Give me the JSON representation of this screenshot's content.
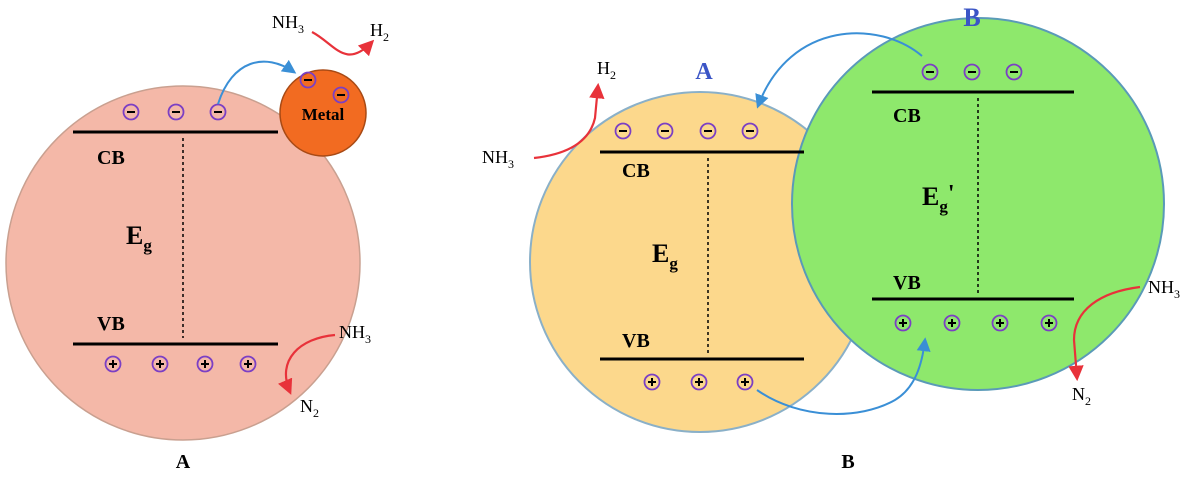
{
  "panel_a": {
    "caption": "A",
    "cb_label": "CB",
    "vb_label": "VB",
    "gap_main": "E",
    "gap_sub": "g",
    "metal_label": "Metal",
    "h2_main": "H",
    "h2_sub": "2",
    "nh3_top_main": "NH",
    "nh3_top_sub": "3",
    "nh3_bottom_main": "NH",
    "nh3_bottom_sub": "3",
    "n2_main": "N",
    "n2_sub": "2",
    "particle_color": "#f4b8a8",
    "metal_color": "#f26b21"
  },
  "panel_b": {
    "caption": "B",
    "label_a": "A",
    "label_b": "B",
    "cb_a": "CB",
    "vb_a": "VB",
    "cb_b": "CB",
    "vb_b": "VB",
    "gap_a_main": "E",
    "gap_a_sub": "g",
    "gap_b_main": "E",
    "gap_b_sub": "g",
    "gap_b_prime": "'",
    "h2_main": "H",
    "h2_sub": "2",
    "nh3_left_main": "NH",
    "nh3_left_sub": "3",
    "nh3_right_main": "NH",
    "nh3_right_sub": "3",
    "n2_main": "N",
    "n2_sub": "2",
    "particle_a_color": "#fcd88c",
    "particle_b_color": "#8ee86c",
    "label_color": "#3b55c6"
  },
  "symbols": {
    "electron": "−",
    "hole": "+"
  },
  "colors": {
    "arrow_red": "#e8323a",
    "arrow_blue": "#3a8fd6",
    "charge_ring": "#7b3fc4"
  }
}
